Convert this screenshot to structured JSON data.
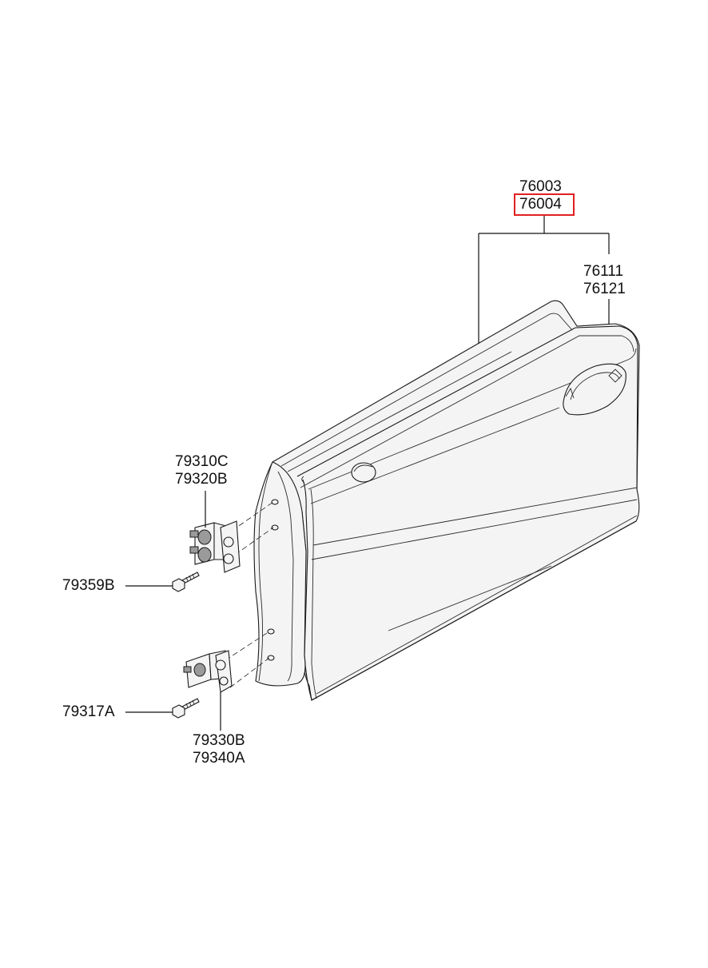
{
  "callouts": {
    "door_assy_a": "76003",
    "door_assy_b": "76004",
    "panel_a": "76111",
    "panel_b": "76121",
    "upper_hinge_a": "79310C",
    "upper_hinge_b": "79320B",
    "upper_bolt": "79359B",
    "lower_bolt": "79317A",
    "lower_hinge_a": "79330B",
    "lower_hinge_b": "79340A"
  },
  "highlight_color": "#e02020"
}
